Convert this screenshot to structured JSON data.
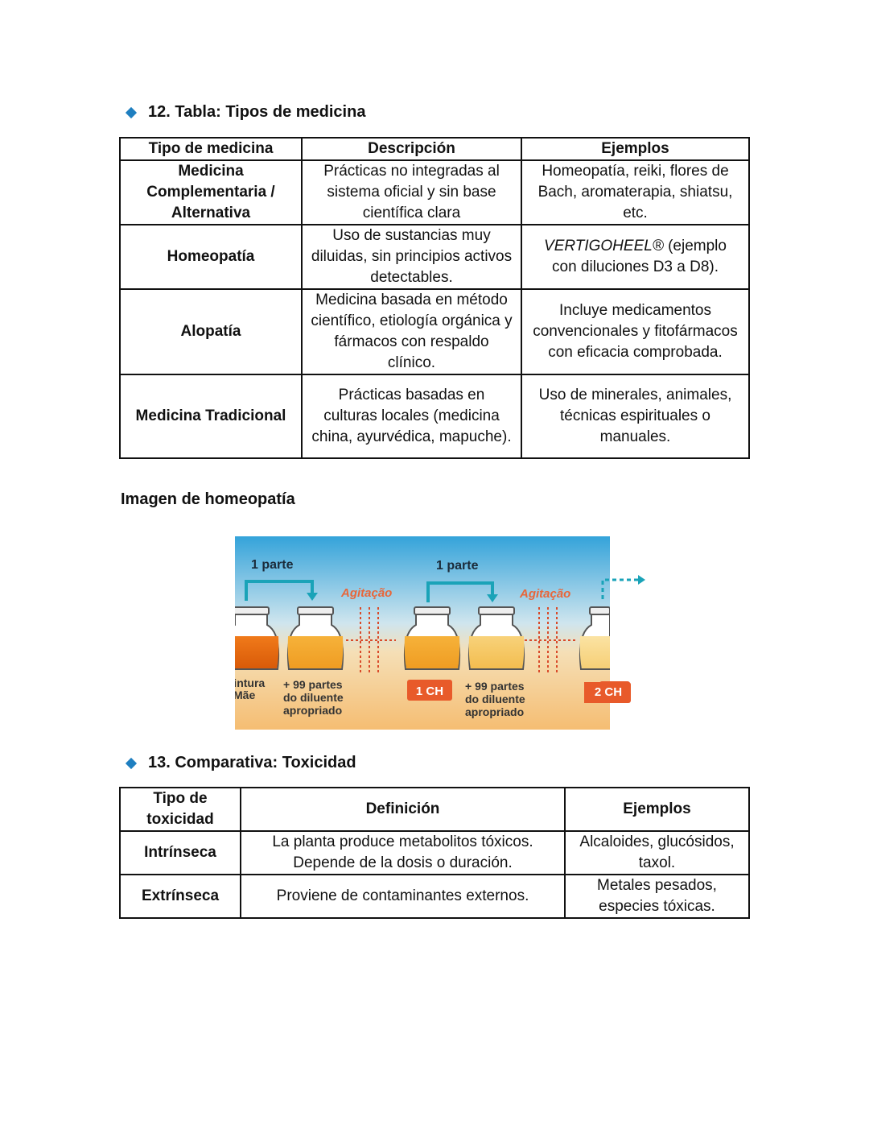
{
  "section12": {
    "title": "12. Tabla: Tipos de medicina"
  },
  "table1": {
    "headers": [
      "Tipo de medicina",
      "Descripción",
      "Ejemplos"
    ],
    "rows": [
      {
        "tipo": "Medicina Complementaria / Alternativa",
        "descripcion": "Prácticas no integradas al sistema oficial y sin base científica clara",
        "ejemplos": "Homeopatía, reiki, flores de Bach, aromaterapia, shiatsu, etc."
      },
      {
        "tipo": "Homeopatía",
        "descripcion": "Uso de sustancias muy diluidas, sin principios activos detectables.",
        "ejemplos_italic": "VERTIGOHEEL®",
        "ejemplos": " (ejemplo con diluciones D3 a D8)."
      },
      {
        "tipo": "Alopatía",
        "descripcion": "Medicina basada en método científico, etiología orgánica y fármacos con respaldo clínico.",
        "ejemplos": "Incluye medicamentos convencionales y fitofármacos con eficacia comprobada."
      },
      {
        "tipo": "Medicina Tradicional",
        "descripcion": "Prácticas basadas en culturas locales (medicina china, ayurvédica, mapuche).",
        "ejemplos": "Uso de minerales, animales, técnicas espirituales o manuales."
      }
    ]
  },
  "image_section": {
    "title": "Imagen de homeopatía"
  },
  "figure": {
    "label_parte_1": "1 parte",
    "label_parte_2": "1 parte",
    "agitacao_1": "Agitação",
    "agitacao_2": "Agitação",
    "tintura_line1": "Tintura",
    "tintura_line2": "Mãe",
    "diluente_1_line1": "+ 99 partes",
    "diluente_1_line2": "do diluente",
    "diluente_1_line3": "apropriado",
    "diluente_2_line1": "+ 99 partes",
    "diluente_2_line2": "do diluente",
    "diluente_2_line3": "apropriado",
    "badge_1": "1 CH",
    "badge_2": "2 CH",
    "colors": {
      "sky": "#3aa7dc",
      "sand": "#f6c27a",
      "arrow": "#1aa3b8",
      "badge": "#e85a2a",
      "agitacao": "#e8663a"
    }
  },
  "section13": {
    "title": "13. Comparativa: Toxicidad"
  },
  "table2": {
    "headers": [
      "Tipo de toxicidad",
      "Definición",
      "Ejemplos"
    ],
    "rows": [
      {
        "tipo": "Intrínseca",
        "definicion": "La planta produce metabolitos tóxicos. Depende de la dosis o duración.",
        "ejemplos": "Alcaloides, glucósidos, taxol."
      },
      {
        "tipo": "Extrínseca",
        "definicion": "Proviene de contaminantes externos.",
        "ejemplos": "Metales pesados, especies tóxicas."
      }
    ]
  }
}
